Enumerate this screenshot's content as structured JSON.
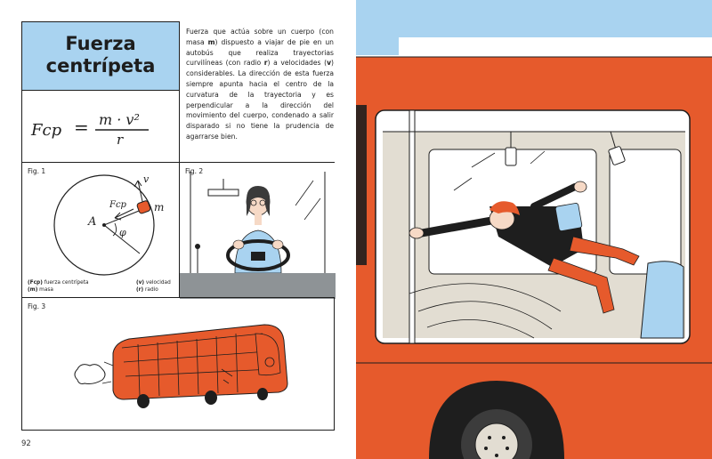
{
  "left_page": {
    "title": "Fuerza centrípeta",
    "formula": {
      "lhs": "Fcp",
      "equals": "=",
      "numerator": "m · v²",
      "denominator": "r"
    },
    "description_parts": [
      {
        "text": "Fuerza que actúa sobre un cuerpo (con masa ",
        "bold": false
      },
      {
        "text": "m",
        "bold": true
      },
      {
        "text": ") dispuesto a viajar de pie en un autobús que realiza trayectorias curvilíneas (con radio ",
        "bold": false
      },
      {
        "text": "r",
        "bold": true
      },
      {
        "text": ") a velocidades (",
        "bold": false
      },
      {
        "text": "v",
        "bold": true
      },
      {
        "text": ") considerables. La dirección de esta fuerza siempre apunta hacia el centro de la curvatura de la trayectoria y es perpendicular a la dirección del movimiento del cuerpo, condenado a salir disparado si no tiene la prudencia de agarrarse bien.",
        "bold": false
      }
    ],
    "fig1": {
      "label": "Fig. 1",
      "point_a": "A",
      "angle": "φ",
      "force": "Fcp",
      "mass": "m",
      "velocity": "v",
      "legend": [
        {
          "key": "(Fcp)",
          "text": " fuerza centrípeta"
        },
        {
          "key": "(m)",
          "text": " masa"
        },
        {
          "key": "(v)",
          "text": " velocidad"
        },
        {
          "key": "(r)",
          "text": " radio"
        }
      ]
    },
    "fig2": {
      "label": "Fig. 2"
    },
    "fig3": {
      "label": "Fig. 3"
    },
    "page_number": "92"
  },
  "colors": {
    "title_bg": "#a9d3f0",
    "bus_orange": "#e65a2c",
    "sky_blue": "#a9d3f0",
    "interior_beige": "#e2ddd2",
    "road_gray": "#8e9396",
    "ink": "#1e1e1e"
  }
}
